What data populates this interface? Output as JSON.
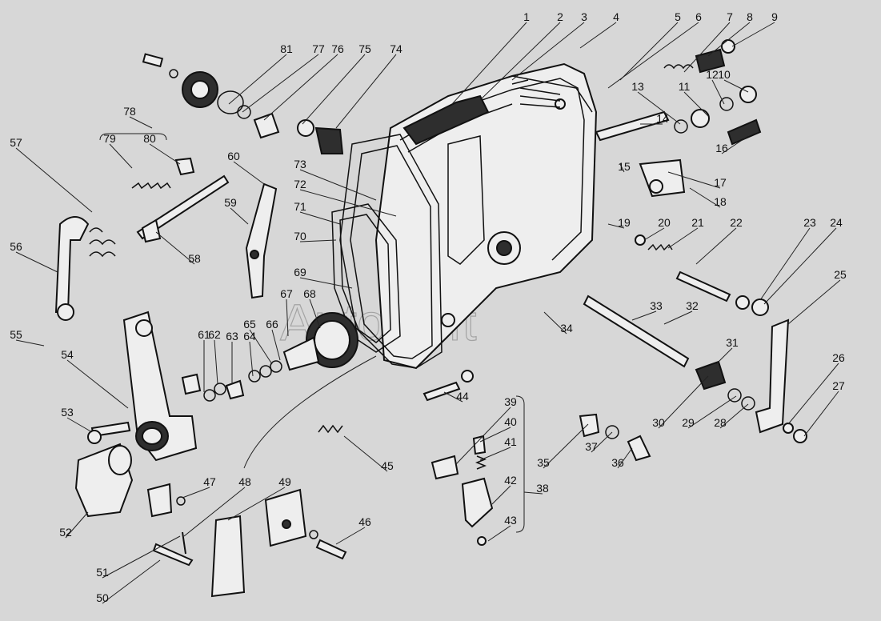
{
  "watermark": "AutoSoft",
  "labels": [
    "1",
    "2",
    "3",
    "4",
    "5",
    "6",
    "7",
    "8",
    "9",
    "10",
    "11",
    "12",
    "13",
    "14",
    "15",
    "16",
    "17",
    "18",
    "19",
    "20",
    "21",
    "22",
    "23",
    "24",
    "25",
    "26",
    "27",
    "28",
    "29",
    "30",
    "31",
    "32",
    "33",
    "34",
    "35",
    "36",
    "37",
    "38",
    "39",
    "40",
    "41",
    "42",
    "43",
    "44",
    "45",
    "46",
    "47",
    "48",
    "49",
    "50",
    "51",
    "52",
    "53",
    "54",
    "55",
    "56",
    "57",
    "58",
    "59",
    "60",
    "61",
    "62",
    "63",
    "64",
    "65",
    "66",
    "67",
    "68",
    "69",
    "70",
    "71",
    "72",
    "73",
    "74",
    "75",
    "76",
    "77",
    "78",
    "79",
    "80",
    "81"
  ]
}
